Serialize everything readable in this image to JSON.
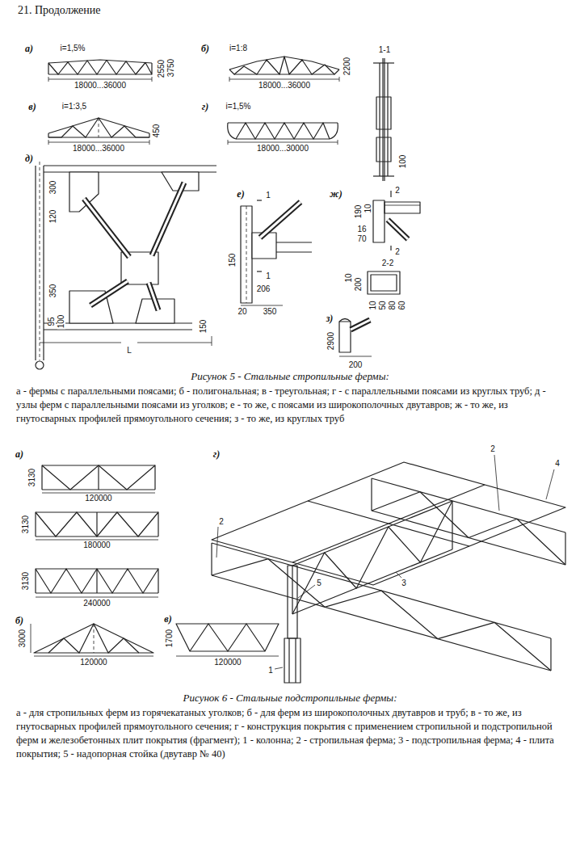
{
  "diagram": {
    "title": "21. Продолжение",
    "labels": [
      "а)",
      "i=1,5%",
      "2550",
      "3750",
      "18000...36000",
      "б)",
      "i=1:8",
      "2200",
      "18000...36000",
      "1-1",
      "100",
      "в)",
      "i=1:3,5",
      "450",
      "18000...36000",
      "г)",
      "i=1,5%",
      "18000...30000",
      "д)",
      "300",
      "120",
      "350",
      "95",
      "100",
      "150",
      "L",
      "е)",
      "1",
      "150",
      "206",
      "1",
      "20",
      "350",
      "ж)",
      "2",
      "190",
      "10",
      "16",
      "70",
      "2",
      "2-2",
      "10",
      "200",
      "10",
      "50",
      "80",
      "60",
      "з)",
      "2900",
      "200",
      "Рисунок 5 - Стальные стропильные фермы:",
      "а - фермы с параллельными поясами; б - полигональная; в - треугольная; г - с параллельными поясами из круглых труб; д - узлы ферм с параллельными поясами из уголков; е - то же, с поясами из широкополочных двутавров; ж - то же, из гнутосварных профилей прямоугольного сечения; з - то же, из круглых труб",
      "а)",
      "3130",
      "120000",
      "3130",
      "180000",
      "3130",
      "240000",
      "б)",
      "3000",
      "120000",
      "в)",
      "1700",
      "120000",
      "г)",
      "4",
      "2",
      "3",
      "2",
      "5",
      "1",
      "Рисунок 6 - Стальные подстропильные фермы:",
      "а - для стропильных ферм из горячекатаных уголков; б - для ферм из широкополочных двутавров и труб; в - то же, из гнутосварных профилей прямоугольного сечения; г - конструкция покрытия с применением стропильной и подстропильной ферм и железобетонных плит покрытия (фрагмент); 1 - колонна; 2 - стропильная ферма; 3 - подстропильная ферма; 4 - плита покрытия; 5 - надопорная стойка (двутавр № 40)"
    ]
  }
}
